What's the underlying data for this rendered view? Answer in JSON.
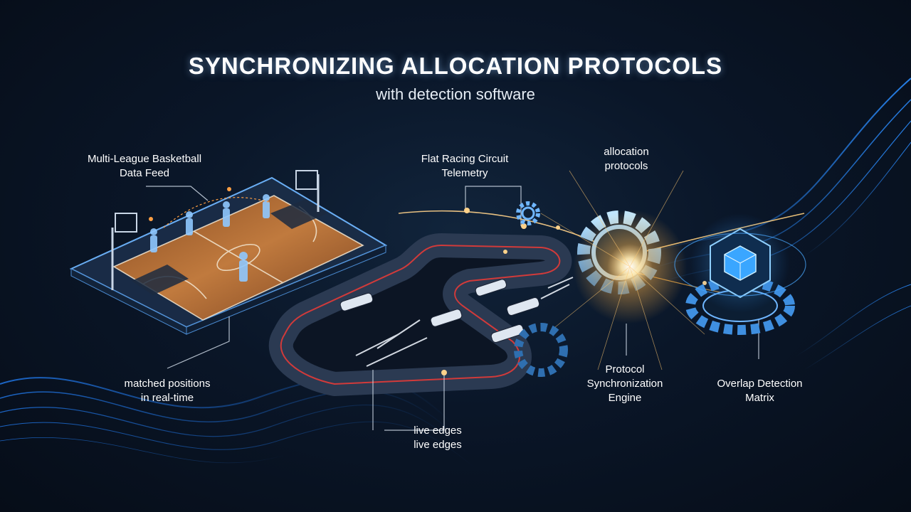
{
  "title": "SYNCHRONIZING ALLOCATION PROTOCOLS",
  "subtitle": "with detection software",
  "labels": {
    "basketball": [
      "Multi-League Basketball",
      "Data Feed"
    ],
    "racing": [
      "Flat Racing Circuit",
      "Telemetry"
    ],
    "allocation": [
      "allocation",
      "protocols"
    ],
    "matched": [
      "matched positions",
      "in real-time"
    ],
    "live_edges": [
      "live edges",
      "live edges"
    ],
    "engine": [
      "Protocol",
      "Synchronization",
      "Engine"
    ],
    "matrix": [
      "Overlap Detection",
      "Matrix"
    ]
  },
  "colors": {
    "background": "#0a1628",
    "accent_blue": "#4aa8ff",
    "accent_orange": "#ffb347",
    "court_wood": "#b8733a",
    "track_red": "#d23a3a"
  }
}
